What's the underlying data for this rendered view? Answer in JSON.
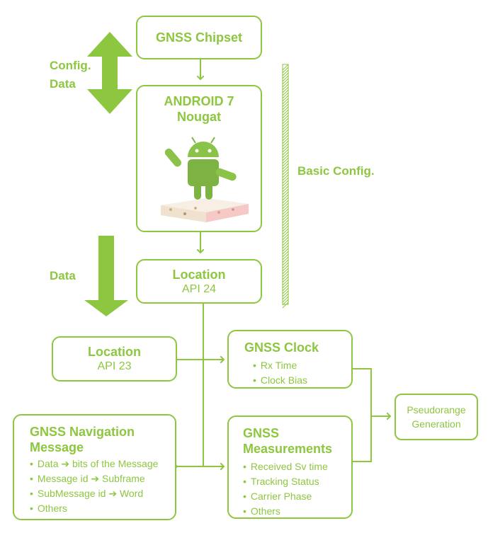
{
  "colors": {
    "accent": "#8dc63f"
  },
  "side_labels": {
    "config_line1": "Config.",
    "config_line2": "Data",
    "data": "Data",
    "basic_config": "Basic Config."
  },
  "nodes": {
    "chipset": {
      "title": "GNSS Chipset"
    },
    "android": {
      "title_line1": "ANDROID 7",
      "title_line2": "Nougat",
      "icon": "android-nougat-mascot"
    },
    "location24": {
      "title": "Location",
      "api": "API 24"
    },
    "location23": {
      "title": "Location",
      "api": "API 23"
    },
    "clock": {
      "title": "GNSS Clock",
      "items": [
        "Rx Time",
        "Clock Bias"
      ]
    },
    "nav": {
      "title_line1": "GNSS Navigation",
      "title_line2": "Message",
      "items": [
        {
          "left": "Data",
          "right": "bits of the Message"
        },
        {
          "left": "Message id",
          "right": "Subframe"
        },
        {
          "left": "SubMessage id",
          "right": "Word"
        },
        {
          "left": "Others",
          "right": ""
        }
      ]
    },
    "meas": {
      "title_line1": "GNSS",
      "title_line2": "Measurements",
      "items": [
        "Received Sv time",
        "Tracking Status",
        "Carrier Phase",
        "Others"
      ]
    },
    "pseudorange": {
      "line1": "Pseudorange",
      "line2": "Generation"
    }
  }
}
